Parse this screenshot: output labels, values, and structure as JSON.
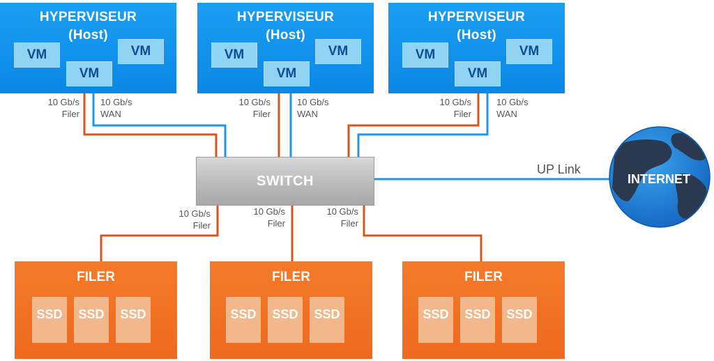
{
  "hosts": [
    {
      "title_line1": "HYPERVISEUR",
      "title_line2": "(Host)",
      "vms": [
        "VM",
        "VM",
        "VM"
      ]
    },
    {
      "title_line1": "HYPERVISEUR",
      "title_line2": "(Host)",
      "vms": [
        "VM",
        "VM",
        "VM"
      ]
    },
    {
      "title_line1": "HYPERVISEUR",
      "title_line2": "(Host)",
      "vms": [
        "VM",
        "VM",
        "VM"
      ]
    }
  ],
  "host_links": [
    {
      "filer_speed": "10 Gb/s",
      "filer_label": "Filer",
      "wan_speed": "10 Gb/s",
      "wan_label": "WAN"
    },
    {
      "filer_speed": "10 Gb/s",
      "filer_label": "Filer",
      "wan_speed": "10 Gb/s",
      "wan_label": "WAN"
    },
    {
      "filer_speed": "10 Gb/s",
      "filer_label": "Filer",
      "wan_speed": "10 Gb/s",
      "wan_label": "WAN"
    }
  ],
  "switch": {
    "label": "SWITCH"
  },
  "uplink": {
    "label": "UP Link"
  },
  "internet": {
    "label": "INTERNET"
  },
  "filer_links": [
    {
      "speed": "10 Gb/s",
      "label": "Filer"
    },
    {
      "speed": "10 Gb/s",
      "label": "Filer"
    },
    {
      "speed": "10 Gb/s",
      "label": "Filer"
    }
  ],
  "filers": [
    {
      "title": "FILER",
      "disks": [
        "SSD",
        "SSD",
        "SSD"
      ]
    },
    {
      "title": "FILER",
      "disks": [
        "SSD",
        "SSD",
        "SSD"
      ]
    },
    {
      "title": "FILER",
      "disks": [
        "SSD",
        "SSD",
        "SSD"
      ]
    }
  ],
  "colors": {
    "host_blue": "#0b87e6",
    "filer_orange": "#ee6a1e",
    "wan_line": "#2196e8",
    "filer_line": "#d4561f",
    "switch_grey": "#b8b8b8",
    "globe": "#1f7fd6"
  }
}
